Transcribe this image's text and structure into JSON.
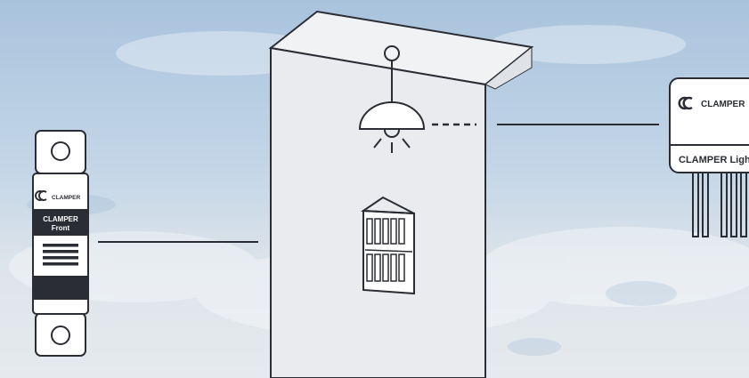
{
  "colors": {
    "sky_top": "#a9c3dd",
    "sky_mid": "#c7d8e8",
    "ground": "#e6eaee",
    "outline": "#2b2d34",
    "device_black": "#2b2d34",
    "panel_face": "#e9ebee",
    "device_white": "#ffffff"
  },
  "left_device": {
    "brand": "CLAMPER",
    "model_line1": "CLAMPER",
    "model_line2": "Front",
    "icon": "clamper-logo-icon"
  },
  "right_device": {
    "brand": "CLAMPER",
    "model": "CLAMPER Light",
    "icon": "clamper-logo-icon"
  },
  "cabinet": {
    "lamp_icon": "ceiling-lamp-icon",
    "breaker_icon": "breaker-panel-icon"
  }
}
